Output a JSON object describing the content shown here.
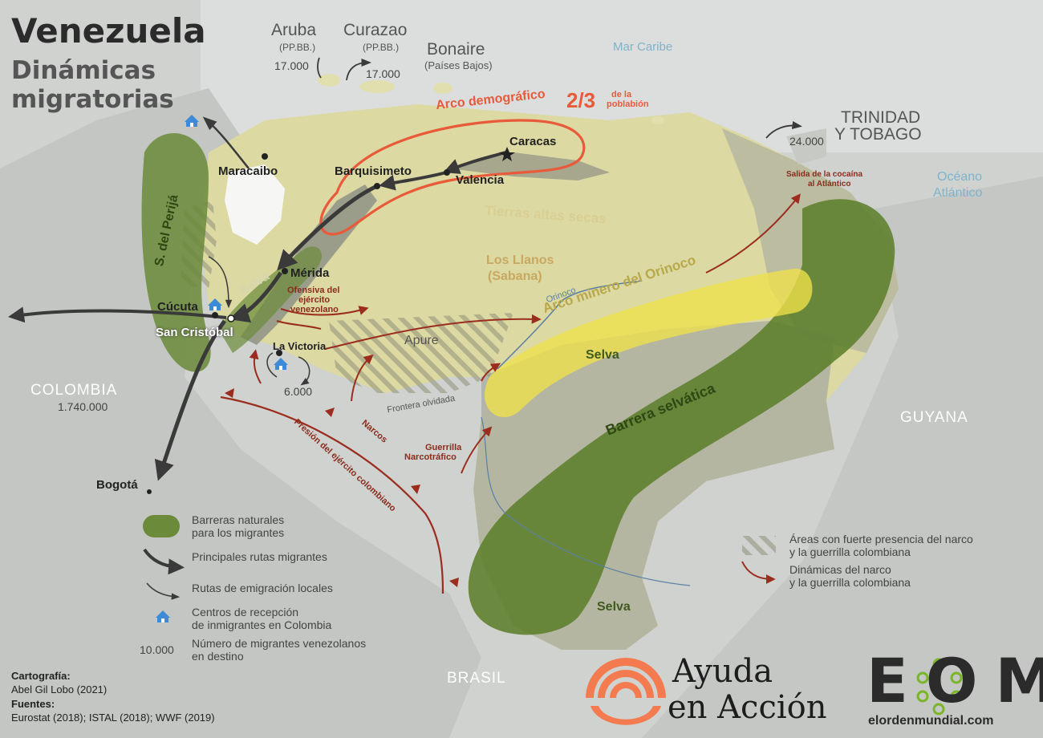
{
  "title": {
    "main": "Venezuela",
    "sub_line1": "Dinámicas",
    "sub_line2": "migratorias"
  },
  "seas": {
    "caribe": "Mar Caribe",
    "atlantico_line1": "Océano",
    "atlantico_line2": "Atlántico"
  },
  "islands": {
    "aruba": {
      "name": "Aruba",
      "sub": "(PP.BB.)",
      "migrants": "17.000"
    },
    "curazao": {
      "name": "Curazao",
      "sub": "(PP.BB.)",
      "migrants": "17.000"
    },
    "bonaire": {
      "name": "Bonaire",
      "sub": "(Países Bajos)"
    },
    "trinidad": {
      "name_line1": "TRINIDAD",
      "name_line2": "Y TOBAGO",
      "migrants": "24.000"
    }
  },
  "countries": {
    "colombia": {
      "name": "COLOMBIA",
      "migrants": "1.740.000"
    },
    "guyana": "GUYANA",
    "brasil": "BRASIL"
  },
  "arco_demografico": {
    "label": "Arco demográfico",
    "fraction": "2/3",
    "note_line1": "de la",
    "note_line2": "poblabión"
  },
  "cities": {
    "caracas": "Caracas",
    "valencia": "Valencia",
    "barquisimeto": "Barquisimeto",
    "maracaibo": "Maracaibo",
    "merida": "Mérida",
    "cucuta": "Cúcuta",
    "san_cristobal": "San Cristóbal",
    "la_victoria": "La Victoria",
    "bogota": "Bogotá"
  },
  "regions": {
    "tierras_altas": "Tierras altas secas",
    "llanos_line1": "Los Llanos",
    "llanos_line2": "(Sabana)",
    "arco_minero": "Arco minero del Orinoco",
    "orinoco": "Orinoco",
    "apure": "Apure",
    "selva_andes": "Selva",
    "selva_1": "Selva",
    "selva_2": "Selva",
    "barrera": "Barrera selvática",
    "perija": "S. del Perijá",
    "frontera": "Frontera olvidada"
  },
  "narco_labels": {
    "ofensiva_line1": "Ofensiva del",
    "ofensiva_line2": "ejército",
    "ofensiva_line3": "venezolano",
    "cocaina_line1": "Salida de la cocaína",
    "cocaina_line2": "al Atlántico",
    "guerrilla_line1": "Guerrilla",
    "guerrilla_line2": "Narcotráfico",
    "narcos": "Narcos",
    "presion": "Presión del ejército colombiano"
  },
  "la_victoria_migrants": "6.000",
  "legend": {
    "barreras_line1": "Barreras naturales",
    "barreras_line2": "para los migrantes",
    "rutas_principales": "Principales rutas migrantes",
    "rutas_locales": "Rutas de emigración locales",
    "centros_line1": "Centros de recepción",
    "centros_line2": "de inmigrantes en Colombia",
    "numero_value": "10.000",
    "numero_line1": "Número de migrantes venezolanos",
    "numero_line2": "en destino",
    "areas_line1": "Áreas con fuerte presencia del narco",
    "areas_line2": "y la guerrilla colombiana",
    "dinamicas_line1": "Dinámicas del narco",
    "dinamicas_line2": "y la guerrilla colombiana"
  },
  "credits": {
    "cartografia_label": "Cartografía:",
    "cartografia": "Abel Gil Lobo (2021)",
    "fuentes_label": "Fuentes:",
    "fuentes": "Eurostat (2018); ISTAL (2018); WWF (2019)"
  },
  "logos": {
    "ayuda_line1": "Ayuda",
    "ayuda_line2": "en Acción",
    "eom": "EOM",
    "eom_url": "elordenmundial.com"
  },
  "colors": {
    "barrier_green": "#6b8a3a",
    "highland_yellow": "#e9e0a6",
    "arco_minero": "#f0e14a",
    "demographic_arc": "#e85a3a",
    "narco_red": "#9b2d1e",
    "route_gray": "#3a3a3a",
    "center_blue": "#3d8ad6",
    "logo_orange": "#f47b4f",
    "logo_eom_green": "#7bb52a"
  }
}
